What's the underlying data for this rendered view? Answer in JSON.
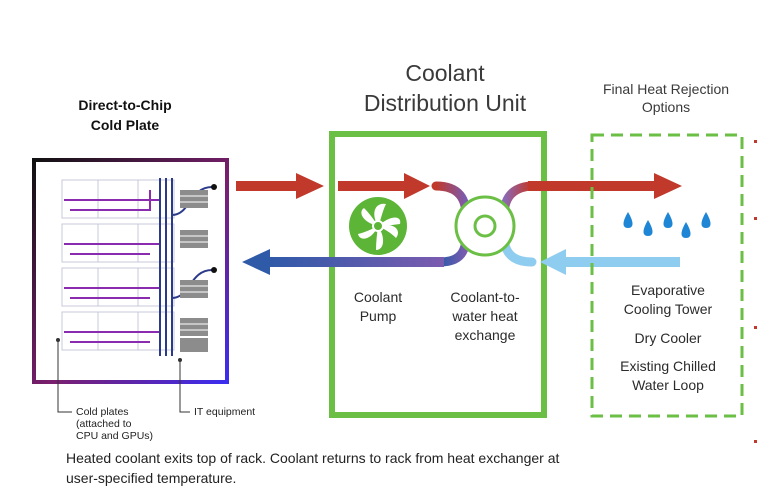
{
  "rack": {
    "title_line1": "Direct-to-Chip",
    "title_line2": "Cold Plate",
    "cold_plates_label_line1": "Cold plates",
    "cold_plates_label_line2": "(attached to",
    "cold_plates_label_line3": "CPU and GPUs)",
    "it_equipment_label": "IT equipment"
  },
  "cdu": {
    "title_line1": "Coolant",
    "title_line2": "Distribution Unit",
    "pump_label_line1": "Coolant",
    "pump_label_line2": "Pump",
    "hx_label_line1": "Coolant-to-",
    "hx_label_line2": "water heat",
    "hx_label_line3": "exchange"
  },
  "rejection": {
    "title_line1": "Final Heat Rejection",
    "title_line2": "Options",
    "option1_line1": "Evaporative",
    "option1_line2": "Cooling Tower",
    "option2": "Dry Cooler",
    "option3_line1": "Existing Chilled",
    "option3_line2": "Water Loop"
  },
  "caption": {
    "line1": "Heated coolant exits top of rack. Coolant returns to rack from heat exchanger at",
    "line2": "user-specified temperature."
  },
  "colors": {
    "hot": "#c0392b",
    "cold": "#2e5aa8",
    "cool_light": "#7fc4ec",
    "green": "#6bbf45",
    "rack_frame_left": "#111111",
    "rack_frame_right": "#6a2bd9",
    "rack_frame_top": "#b3286b"
  }
}
